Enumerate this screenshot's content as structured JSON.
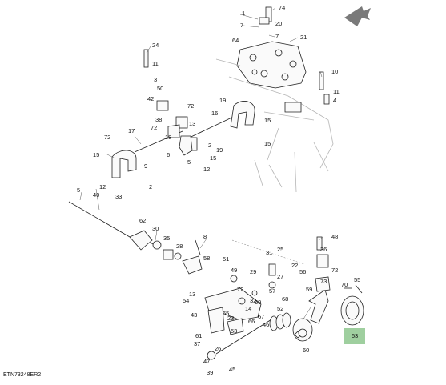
{
  "diagram": {
    "reference_code": "ETN73248ER2",
    "highlighted_part": "63",
    "highlight_color": "#9fcf9f",
    "arrow_color": "#7a7a7a",
    "labels": [
      "74",
      "1",
      "20",
      "7",
      "7",
      "21",
      "64",
      "24",
      "11",
      "3",
      "10",
      "50",
      "11",
      "4",
      "42",
      "72",
      "38",
      "13",
      "19",
      "16",
      "15",
      "15",
      "72",
      "17",
      "72",
      "18",
      "6",
      "2",
      "19",
      "15",
      "9",
      "5",
      "15",
      "2",
      "12",
      "12",
      "40",
      "5",
      "33",
      "62",
      "30",
      "8",
      "35",
      "28",
      "51",
      "58",
      "48",
      "31",
      "25",
      "36",
      "22",
      "56",
      "72",
      "49",
      "29",
      "27",
      "73",
      "13",
      "72",
      "32",
      "57",
      "54",
      "14",
      "69",
      "68",
      "52",
      "59",
      "70",
      "55",
      "43",
      "23",
      "65",
      "67",
      "66",
      "46",
      "53",
      "60",
      "61",
      "37",
      "26",
      "45",
      "47",
      "39"
    ]
  }
}
